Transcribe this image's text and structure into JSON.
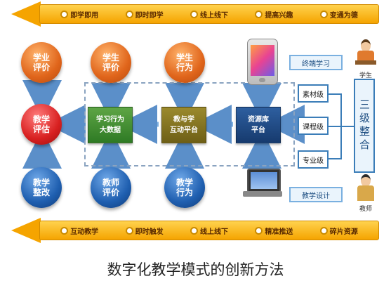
{
  "top_banner": {
    "items": [
      "变通为德",
      "提高兴趣",
      "线上线下",
      "即时即学",
      "即学即用"
    ]
  },
  "bottom_banner": {
    "items": [
      "互动教学",
      "即时触发",
      "线上线下",
      "精准推送",
      "碎片资源"
    ]
  },
  "top_circles": [
    "学业\n评价",
    "学生\n评价",
    "学生\n行为"
  ],
  "bottom_circles": [
    "教学\n整改",
    "教师\n评价",
    "教学\n行为"
  ],
  "left_circle": "教学\n评估",
  "boxes": {
    "big_data": "学习行为\n大数据",
    "platform": "教与学\n互动平台",
    "resource": "资源库\n平台"
  },
  "right": {
    "terminal_label": "终端学习",
    "design_label": "教学设计",
    "three_levels": "三级整合",
    "levels": [
      "素材级",
      "课程级",
      "专业级"
    ],
    "student_label": "学生",
    "teacher_label": "教师"
  },
  "caption": "数字化教学模式的创新方法"
}
